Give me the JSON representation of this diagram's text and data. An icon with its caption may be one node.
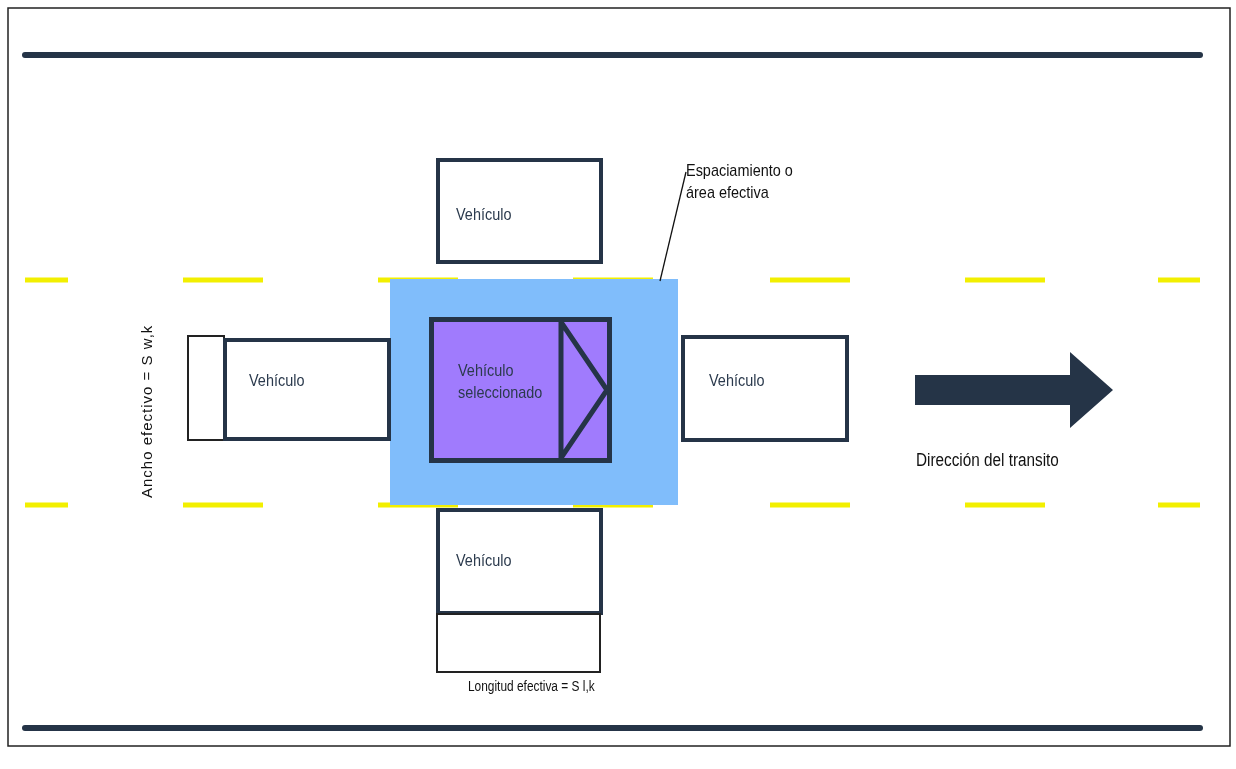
{
  "diagram": {
    "nodes": [
      {
        "text": [
          "Espaciamiento o área efectiva"
        ]
      },
      {
        "text": [
          "Vehículo"
        ]
      },
      {
        "text": [],
        "shape": "box"
      },
      {
        "text": [],
        "shape": "box"
      },
      {
        "text": [
          "Vehículo"
        ]
      },
      {
        "text": [
          "Vehículo seleccionado"
        ],
        "in": 2
      },
      {
        "text": [
          "Vehículo"
        ]
      },
      {
        "text": [
          "Vehículo"
        ]
      },
      {
        "text": [],
        "shape": "box"
      }
    ],
    "edges": [
      {
        "from": 0,
        "to": 2,
        "arrow": "none"
      }
    ],
    "labels": [
      "Ancho efectivo = S w,k",
      "Dirección del transito",
      "Longitud efectiva = S l,k"
    ]
  }
}
